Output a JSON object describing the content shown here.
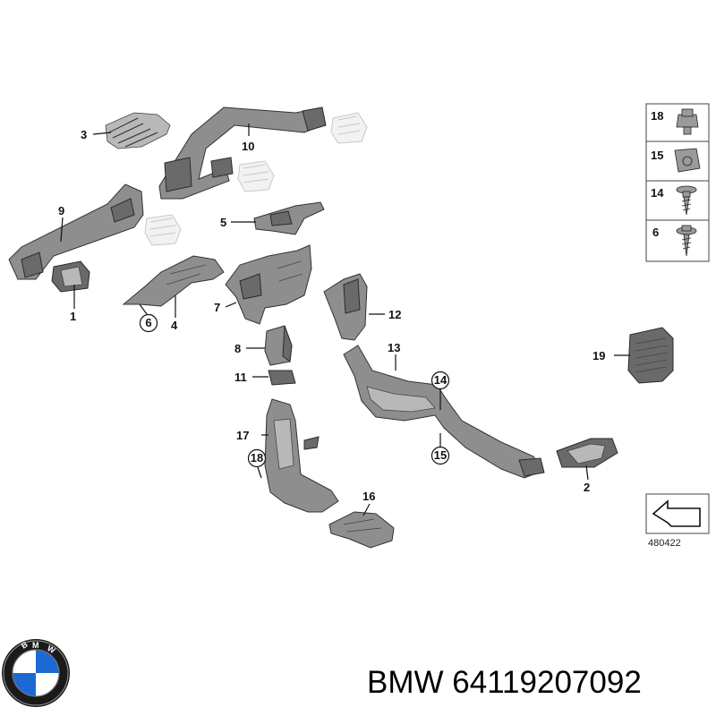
{
  "diagram": {
    "callouts": {
      "c1": "1",
      "c2": "2",
      "c3": "3",
      "c4": "4",
      "c5": "5",
      "c6": "6",
      "c7": "7",
      "c8": "8",
      "c9": "9",
      "c10": "10",
      "c11": "11",
      "c12": "12",
      "c13": "13",
      "c14": "14",
      "c15": "15",
      "c16": "16",
      "c17": "17",
      "c18": "18",
      "c19": "19"
    },
    "legend": {
      "rows": [
        {
          "label": "18",
          "icon": "clip-nut-icon"
        },
        {
          "label": "15",
          "icon": "cage-nut-icon"
        },
        {
          "label": "14",
          "icon": "flange-screw-icon"
        },
        {
          "label": "6",
          "icon": "washer-screw-icon"
        }
      ]
    },
    "reference_code": "480422",
    "logo": {
      "name": "bmw-logo",
      "text": "BMW",
      "colors": {
        "blue": "#1c69d4",
        "white": "#ffffff",
        "ring": "#1a1a1a"
      }
    }
  },
  "caption": {
    "text": "BMW 64119207092"
  }
}
